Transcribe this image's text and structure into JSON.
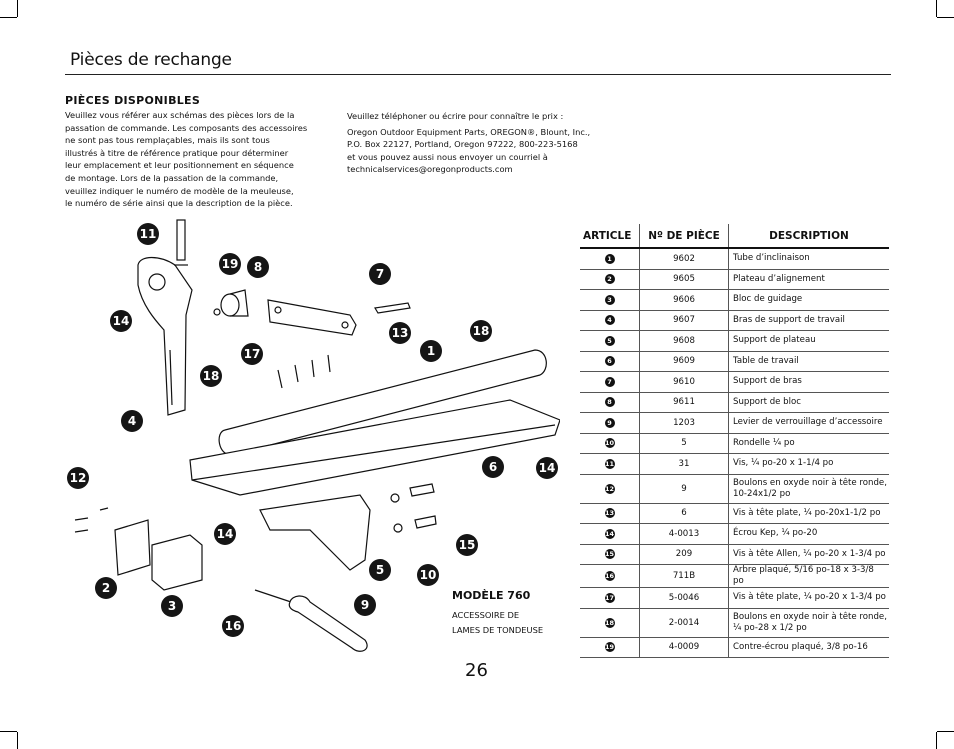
{
  "page": {
    "title": "Pièces de rechange",
    "number": "26"
  },
  "available": {
    "heading": "PIÈCES DISPONIBLES",
    "lines": [
      "Veuillez vous référer aux schémas des pièces lors de la",
      "passation de commande. Les composants des accessoires",
      "ne sont pas tous remplaçables, mais ils sont tous",
      "illustrés à titre de référence pratique pour déterminer",
      "leur emplacement et leur positionnement en séquence",
      "de montage. Lors de la passation de la commande,",
      "veuillez indiquer le numéro de modèle de la meuleuse,",
      "le numéro de série ainsi que la description de la pièce."
    ]
  },
  "contact": {
    "intro": "Veuillez téléphoner ou écrire pour connaître le prix :",
    "lines": [
      "Oregon Outdoor Equipment Parts, OREGON®, Blount, Inc.,",
      "P.O. Box 22127, Portland, Oregon 97222, 800-223-5168",
      "et vous pouvez aussi nous envoyer un courriel à",
      "technicalservices@oregonproducts.com"
    ]
  },
  "model": {
    "title": "MODÈLE 760",
    "line1": "ACCESSOIRE DE",
    "line2": "LAMES DE TONDEUSE"
  },
  "diagram_callouts": [
    "11",
    "19",
    "8",
    "7",
    "14",
    "17",
    "13",
    "18",
    "1",
    "18",
    "4",
    "6",
    "14",
    "12",
    "14",
    "15",
    "5",
    "10",
    "2",
    "3",
    "9",
    "16"
  ],
  "table": {
    "headers": {
      "article": "ARTICLE",
      "part": "Nº DE PIÈCE",
      "description": "DESCRIPTION"
    },
    "rows": [
      {
        "article": "1",
        "part": "9602",
        "description": "Tube d’inclinaison"
      },
      {
        "article": "2",
        "part": "9605",
        "description": "Plateau d’alignement"
      },
      {
        "article": "3",
        "part": "9606",
        "description": "Bloc de guidage"
      },
      {
        "article": "4",
        "part": "9607",
        "description": "Bras de support de travail"
      },
      {
        "article": "5",
        "part": "9608",
        "description": "Support de plateau"
      },
      {
        "article": "6",
        "part": "9609",
        "description": "Table de travail"
      },
      {
        "article": "7",
        "part": "9610",
        "description": "Support de bras"
      },
      {
        "article": "8",
        "part": "9611",
        "description": "Support de bloc"
      },
      {
        "article": "9",
        "part": "1203",
        "description": "Levier de verrouillage d’accessoire"
      },
      {
        "article": "10",
        "part": "5",
        "description": "Rondelle ¼ po"
      },
      {
        "article": "11",
        "part": "31",
        "description": "Vis, ¼ po-20 x 1-1/4 po"
      },
      {
        "article": "12",
        "part": "9",
        "description": "Boulons en oxyde noir à tête ronde, 10-24x1/2 po"
      },
      {
        "article": "13",
        "part": "6",
        "description": "Vis à tête plate, ¼ po-20x1-1/2 po"
      },
      {
        "article": "14",
        "part": "4-0013",
        "description": "Écrou Kep, ¼ po-20"
      },
      {
        "article": "15",
        "part": "209",
        "description": "Vis à tête Allen, ¼ po-20 x 1-3/4 po"
      },
      {
        "article": "16",
        "part": "711B",
        "description": "Arbre plaqué, 5/16 po-18 x 3-3/8 po"
      },
      {
        "article": "17",
        "part": "5-0046",
        "description": "Vis à tête plate, ¼ po-20 x 1-3/4 po"
      },
      {
        "article": "18",
        "part": "2-0014",
        "description": "Boulons en oxyde noir à tête ronde, ¼ po-28 x 1/2 po"
      },
      {
        "article": "19",
        "part": "4-0009",
        "description": "Contre-écrou plaqué, 3/8 po-16"
      }
    ]
  }
}
